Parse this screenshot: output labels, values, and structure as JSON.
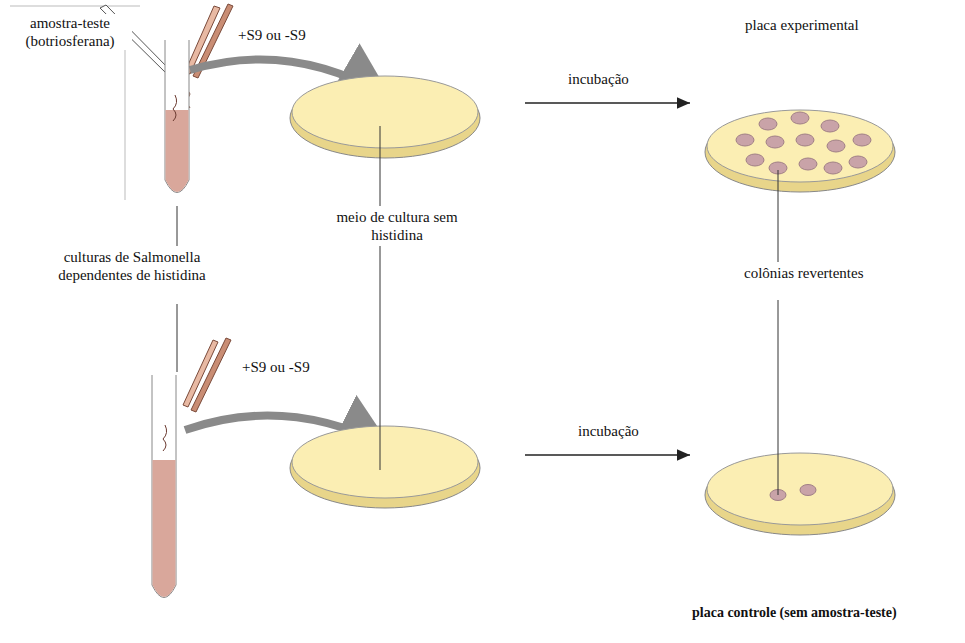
{
  "diagram": {
    "labels": [
      "amostra-teste (botriosferana)",
      "+S9 ou -S9",
      "incubação",
      "placa experimental",
      "meio de cultura sem histidina",
      "culturas de Salmonella dependentes de histidina",
      "colônias revertentes",
      "+S9 ou -S9",
      "incubação",
      "placa controle (sem amostra-teste)"
    ]
  }
}
